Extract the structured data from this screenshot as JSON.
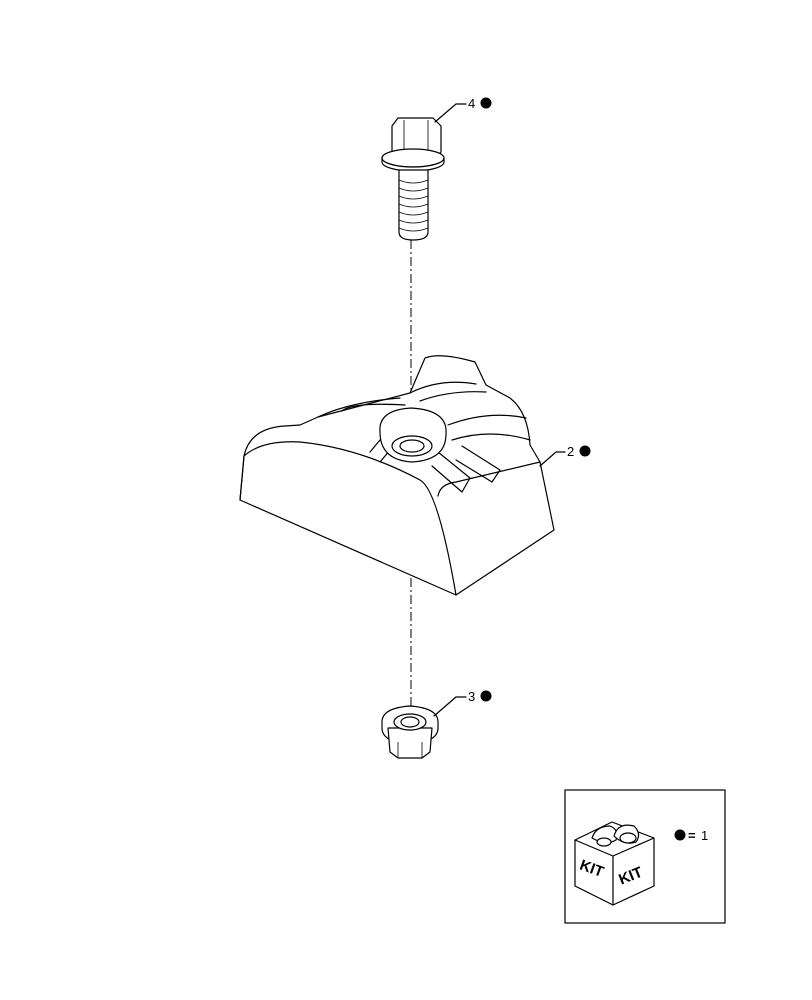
{
  "callouts": {
    "bolt": {
      "number": "4"
    },
    "block": {
      "number": "2"
    },
    "nut": {
      "number": "3"
    }
  },
  "legend": {
    "kit_label_left": "KIT",
    "kit_label_right": "KIT",
    "equals_text": "=",
    "quantity": "1"
  }
}
